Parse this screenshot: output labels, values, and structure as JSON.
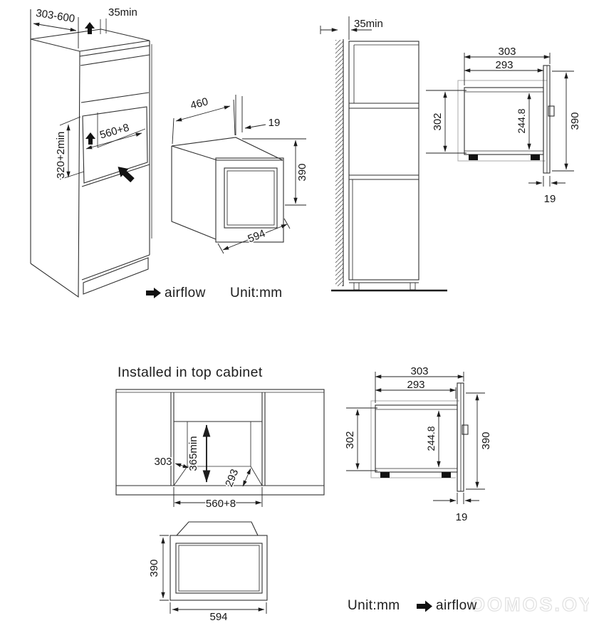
{
  "page": {
    "section_title": "Installed in top cabinet",
    "legend_top": {
      "airflow_label": "airflow",
      "unit_label": "Unit:mm"
    },
    "legend_bottom": {
      "unit_label": "Unit:mm",
      "airflow_label": "airflow"
    },
    "watermark": "OOMOS.OY"
  },
  "tall_cabinet_iso": {
    "depth_range": "303-600",
    "top_vent_clearance": "35min",
    "niche_height": "320+2min",
    "niche_width": "560+8"
  },
  "microwave_iso": {
    "body_width": "460",
    "frame_overhang": "19",
    "height": "390",
    "front_width": "594"
  },
  "wall_side_view": {
    "rear_clearance": "35min"
  },
  "cross_section_top": {
    "depth_overall": "303",
    "depth_body": "293",
    "body_height": "302",
    "rear_height": "244.8",
    "front_height": "390",
    "front_frame_thickness": "19"
  },
  "top_cabinet_front_view": {
    "side_depth": "303",
    "niche_min_height": "365min",
    "floor_depth": "293",
    "niche_width": "560+8"
  },
  "microwave_front_view": {
    "height": "390",
    "width": "594"
  },
  "cross_section_bottom": {
    "depth_overall": "303",
    "depth_body": "293",
    "body_height": "302",
    "rear_height": "244.8",
    "front_height": "390",
    "front_frame_thickness": "19"
  }
}
